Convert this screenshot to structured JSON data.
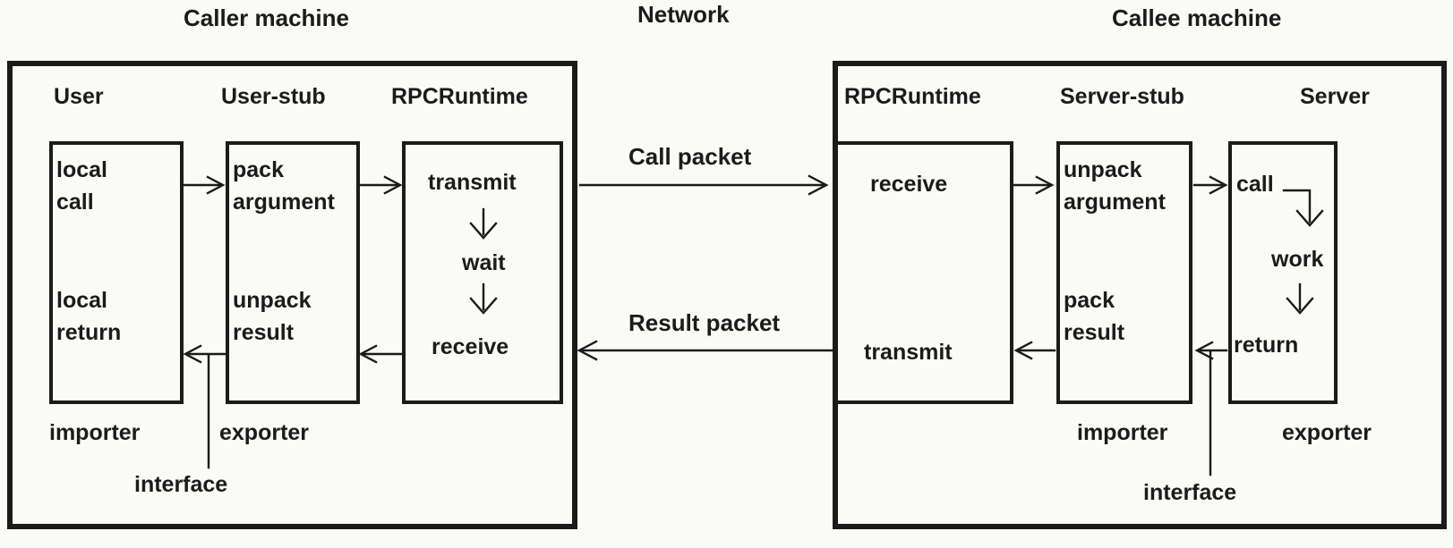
{
  "colors": {
    "ink": "#1b1b1b",
    "paper": "#fafaf7"
  },
  "top_labels": {
    "caller": "Caller machine",
    "network": "Network",
    "callee": "Callee machine"
  },
  "packets": {
    "call": "Call packet",
    "result": "Result packet"
  },
  "caller": {
    "headers": [
      "User",
      "User-stub",
      "RPCRuntime"
    ],
    "user_box": {
      "top": "local\ncall",
      "bottom": "local\nreturn"
    },
    "user_stub_box": {
      "top": "pack\nargument",
      "bottom": "unpack\nresult"
    },
    "rpc_box": {
      "top": "transmit",
      "mid": "wait",
      "bottom": "receive"
    },
    "importer": "importer",
    "exporter": "exporter",
    "interface": "interface"
  },
  "callee": {
    "headers": [
      "RPCRuntime",
      "Server-stub",
      "Server"
    ],
    "rpc_box": {
      "top": "receive",
      "bottom": "transmit"
    },
    "server_stub_box": {
      "top": "unpack\nargument",
      "bottom": "pack\nresult"
    },
    "server_box": {
      "top": "call",
      "mid": "work",
      "bottom": "return"
    },
    "importer": "importer",
    "exporter": "exporter",
    "interface": "interface"
  }
}
